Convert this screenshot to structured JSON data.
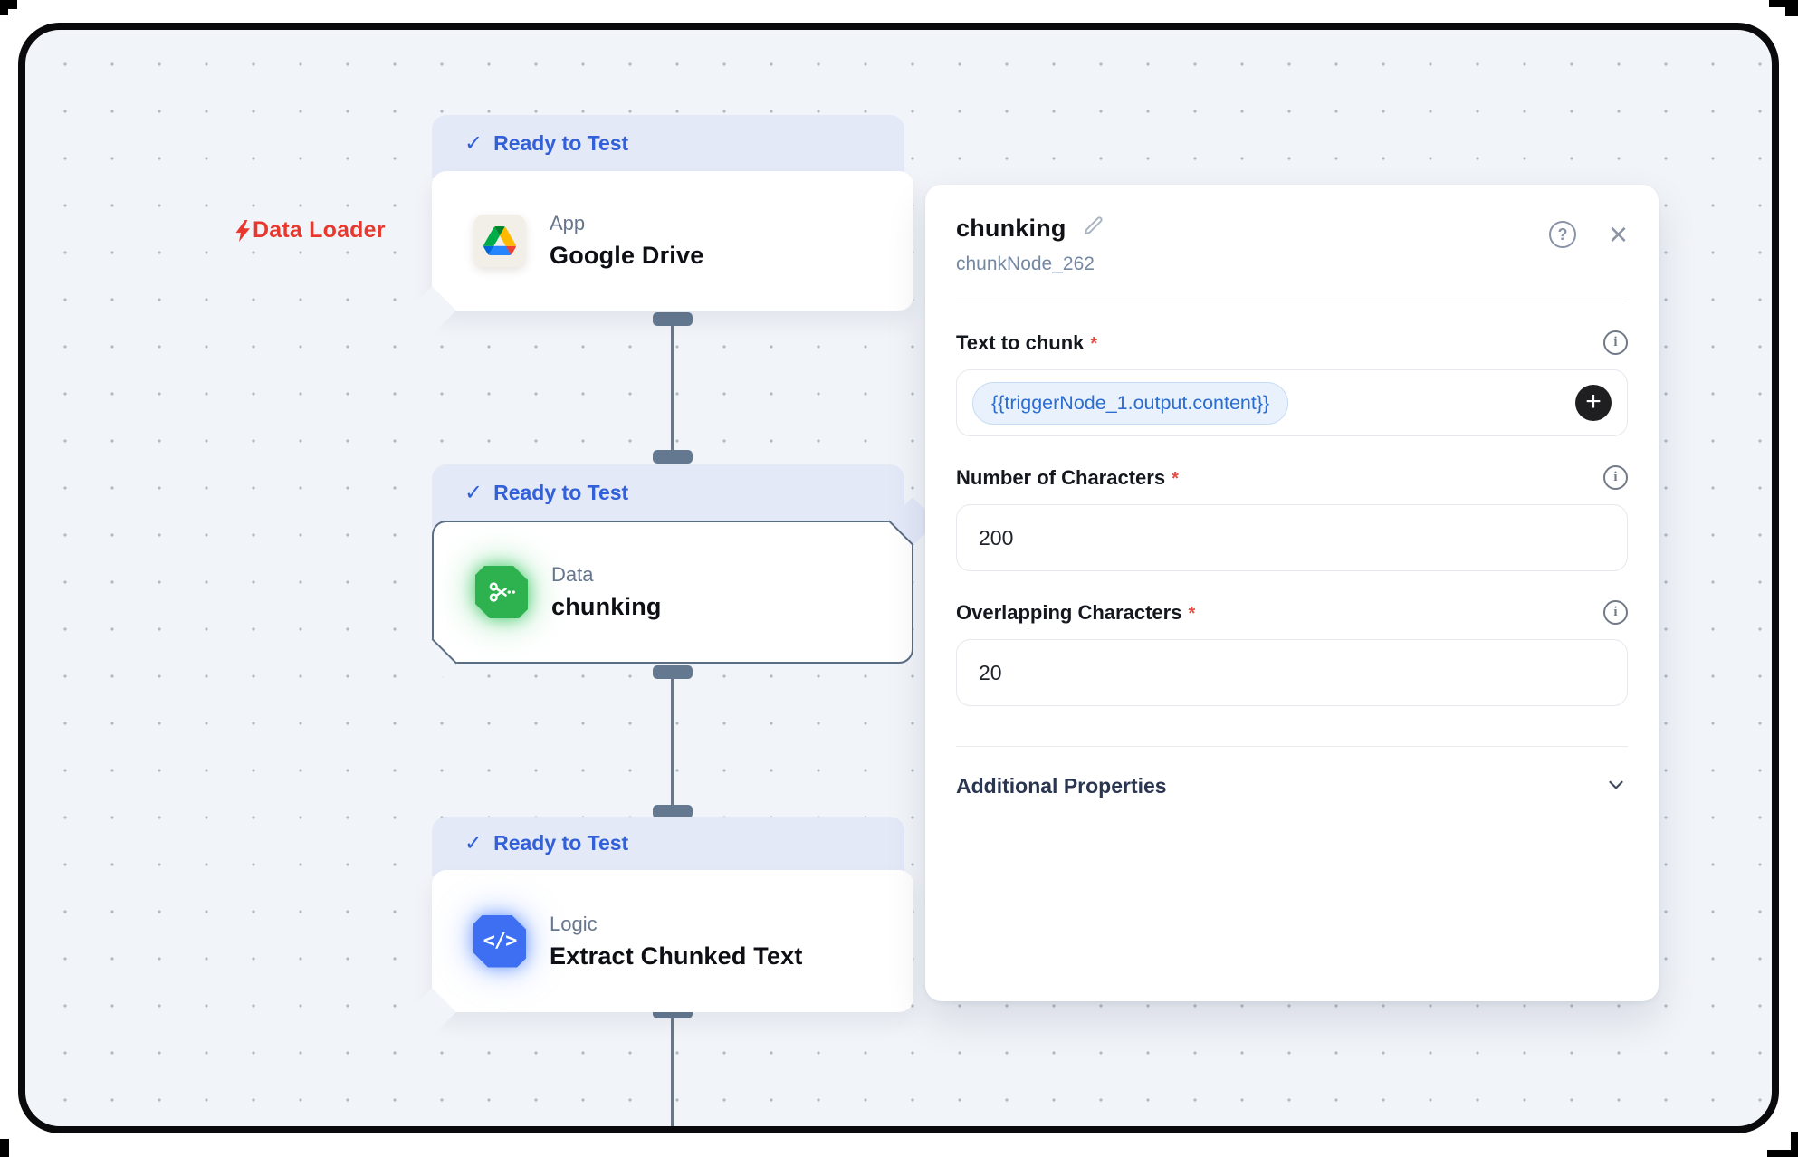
{
  "canvas": {
    "flow_label": {
      "icon": "lightning-icon",
      "text": "Data Loader",
      "color": "#e8382d"
    },
    "badge_check": "✓",
    "nodes": [
      {
        "badge": "Ready to Test",
        "category": "App",
        "title": "Google Drive",
        "icon": "google-drive-icon",
        "selected": false
      },
      {
        "badge": "Ready to Test",
        "category": "Data",
        "title": "chunking",
        "icon": "scissors-icon",
        "selected": true,
        "icon_color": "#2eb24f"
      },
      {
        "badge": "Ready to Test",
        "category": "Logic",
        "title": "Extract Chunked Text",
        "icon": "code-icon",
        "selected": false,
        "icon_color": "#3e6ff2",
        "icon_glyph": "</>"
      }
    ]
  },
  "panel": {
    "title": "chunking",
    "subtitle": "chunkNode_262",
    "header_icons": [
      "pencil-icon",
      "help-icon",
      "close-icon"
    ],
    "fields": [
      {
        "label": "Text to chunk",
        "required": "*",
        "value": "{{triggerNode_1.output.content}}",
        "type": "chip-input",
        "action_icon": "plus-icon"
      },
      {
        "label": "Number of Characters",
        "required": "*",
        "value": "200",
        "type": "text-input"
      },
      {
        "label": "Overlapping Characters",
        "required": "*",
        "value": "20",
        "type": "text-input"
      }
    ],
    "additional_properties": "Additional Properties"
  },
  "colors": {
    "canvas_bg": "#f1f4f8",
    "badge_bg": "#e4e9f8",
    "accent_blue": "#3160d8",
    "selected_node_border": "#5b6d83",
    "connector": "#64798f",
    "red_annotation": "#e8382d",
    "chip_bg": "#e9f2fc",
    "chip_border": "#c5dcf4",
    "chip_text": "#2b6dd1",
    "green_icon": "#2eb24f",
    "blue_icon": "#3e6ff2",
    "plus_button_bg": "#1f1f22"
  }
}
